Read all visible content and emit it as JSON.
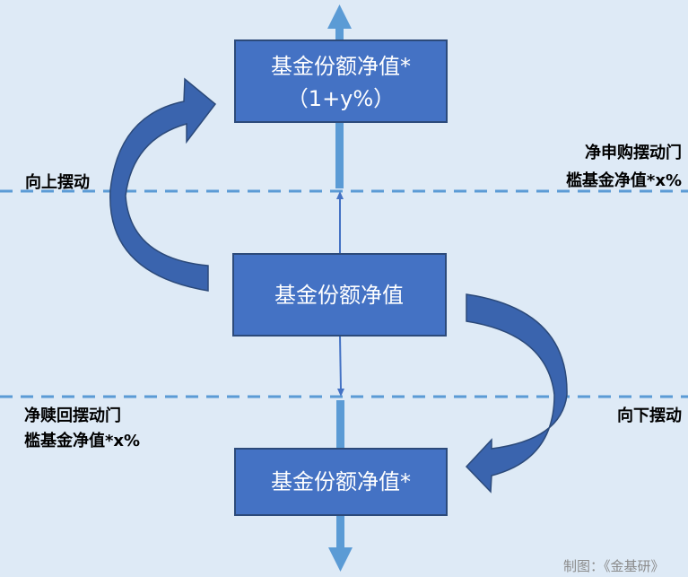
{
  "boxes": {
    "top": {
      "line1": "基金份额净值*",
      "line2": "（1+y%）"
    },
    "middle": {
      "label": "基金份额净值"
    },
    "bottom": {
      "label": "基金份额净值*"
    }
  },
  "labels": {
    "swing_up": "向上摆动",
    "swing_down": "向下摆动",
    "subscription_threshold_line1": "净申购摆动门",
    "subscription_threshold_line2": "槛基金净值*x%",
    "redemption_threshold_line1": "净赎回摆动门",
    "redemption_threshold_line2": "槛基金净值*x%"
  },
  "watermark": "制图：《金基研》",
  "colors": {
    "background": "#deeaf6",
    "box": "#4472c4",
    "arrow": "#5b9bd5",
    "curved_arrow": "#3a64ae",
    "dashed_line": "#5b9bd5"
  }
}
